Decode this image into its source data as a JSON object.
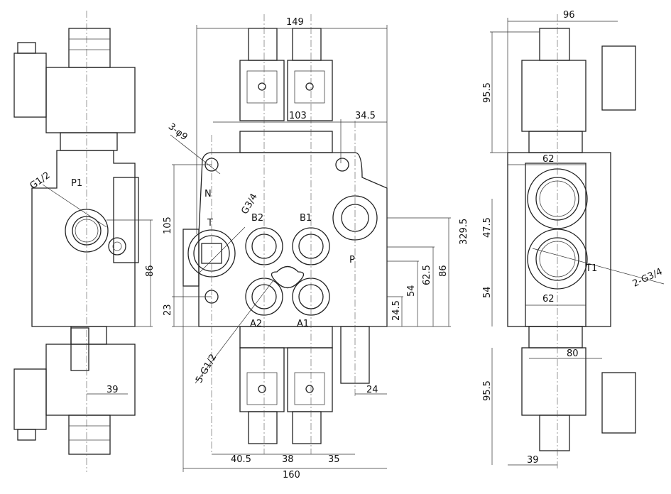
{
  "front_view": {
    "dims": {
      "overall_width_top": "149",
      "coil_span": "103",
      "offset_right": "34.5",
      "height_105": "105",
      "height_23": "23",
      "d_24_5": "24.5",
      "d_54": "54",
      "d_62_5": "62.5",
      "d_86": "86",
      "overall_height": "329.5",
      "d_40_5": "40.5",
      "d_38": "38",
      "d_35": "35",
      "overall_width_bottom": "160",
      "d_24": "24"
    },
    "labels": {
      "holes": "3-φ9",
      "n": "N",
      "t_port_size": "G3/4",
      "b2": "B2",
      "b1": "B1",
      "t": "T",
      "p": "P",
      "a2": "A2",
      "a1": "A1",
      "work_ports": "5-G1/2"
    }
  },
  "left_view": {
    "labels": {
      "port_size": "G1/2",
      "p1": "P1"
    },
    "dims": {
      "d_86": "86",
      "d_39": "39"
    }
  },
  "right_view": {
    "dims": {
      "d_96": "96",
      "d_95_5_top": "95.5",
      "d_62_top": "62",
      "d_47_5": "47.5",
      "d_54": "54",
      "d_62_bottom": "62",
      "d_80": "80",
      "d_95_5_bottom": "95.5",
      "d_39": "39"
    },
    "labels": {
      "t1": "T1",
      "ports": "2-G3/4"
    }
  }
}
